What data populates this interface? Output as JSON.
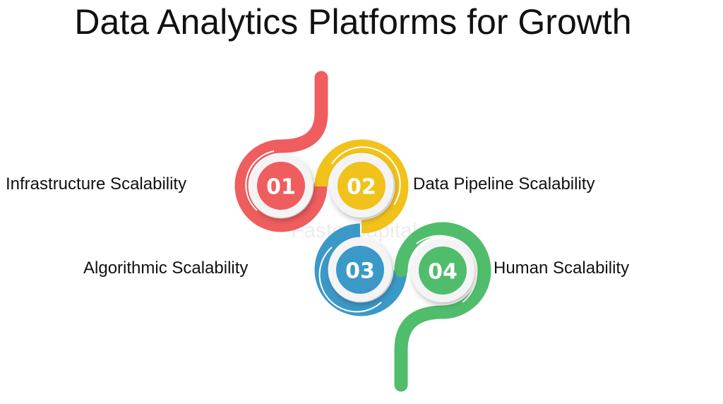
{
  "title": "Data Analytics Platforms for Growth",
  "steps": [
    {
      "number": "01",
      "label": "Infrastructure Scalability",
      "color": "#ef5d5e"
    },
    {
      "number": "02",
      "label": "Data Pipeline Scalability",
      "color": "#f1c21b"
    },
    {
      "number": "03",
      "label": "Algorithmic Scalability",
      "color": "#3b99c8"
    },
    {
      "number": "04",
      "label": "Human Scalability",
      "color": "#50bd6c"
    }
  ],
  "watermark": "FasterCapital"
}
